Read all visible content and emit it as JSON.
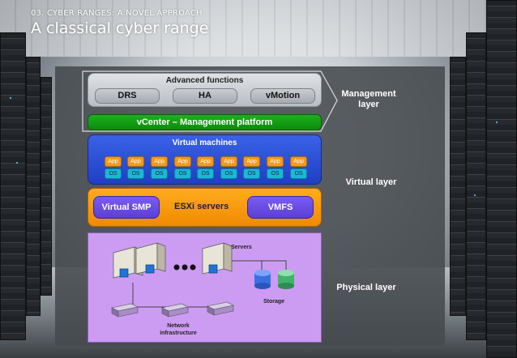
{
  "header": {
    "subtitle": "03. CYBER RANGES: A NOVEL APPROACH",
    "title": "A classical cyber range"
  },
  "layers": {
    "management": "Management layer",
    "virtual": "Virtual layer",
    "physical": "Physical layer"
  },
  "advanced": {
    "title": "Advanced functions",
    "items": [
      "DRS",
      "HA",
      "vMotion"
    ]
  },
  "vcenter": "vCenter – Management platform",
  "virtual_machines": {
    "title": "Virtual machines",
    "app_label": "App",
    "os_label": "OS",
    "count": 9
  },
  "esx": {
    "left": "Virtual SMP",
    "center": "ESXi servers",
    "right": "VMFS"
  },
  "physical": {
    "servers": "Servers",
    "storage": "Storage",
    "network": "Network infrastructure"
  },
  "colors": {
    "vcenter": "#14a014",
    "vm_box": "#2b4fd8",
    "app": "#f29a1a",
    "os": "#1db7d6",
    "esx_box": "#f99a0d",
    "esx_pill": "#6a4de6",
    "physical_box": "#cc9cf2"
  }
}
